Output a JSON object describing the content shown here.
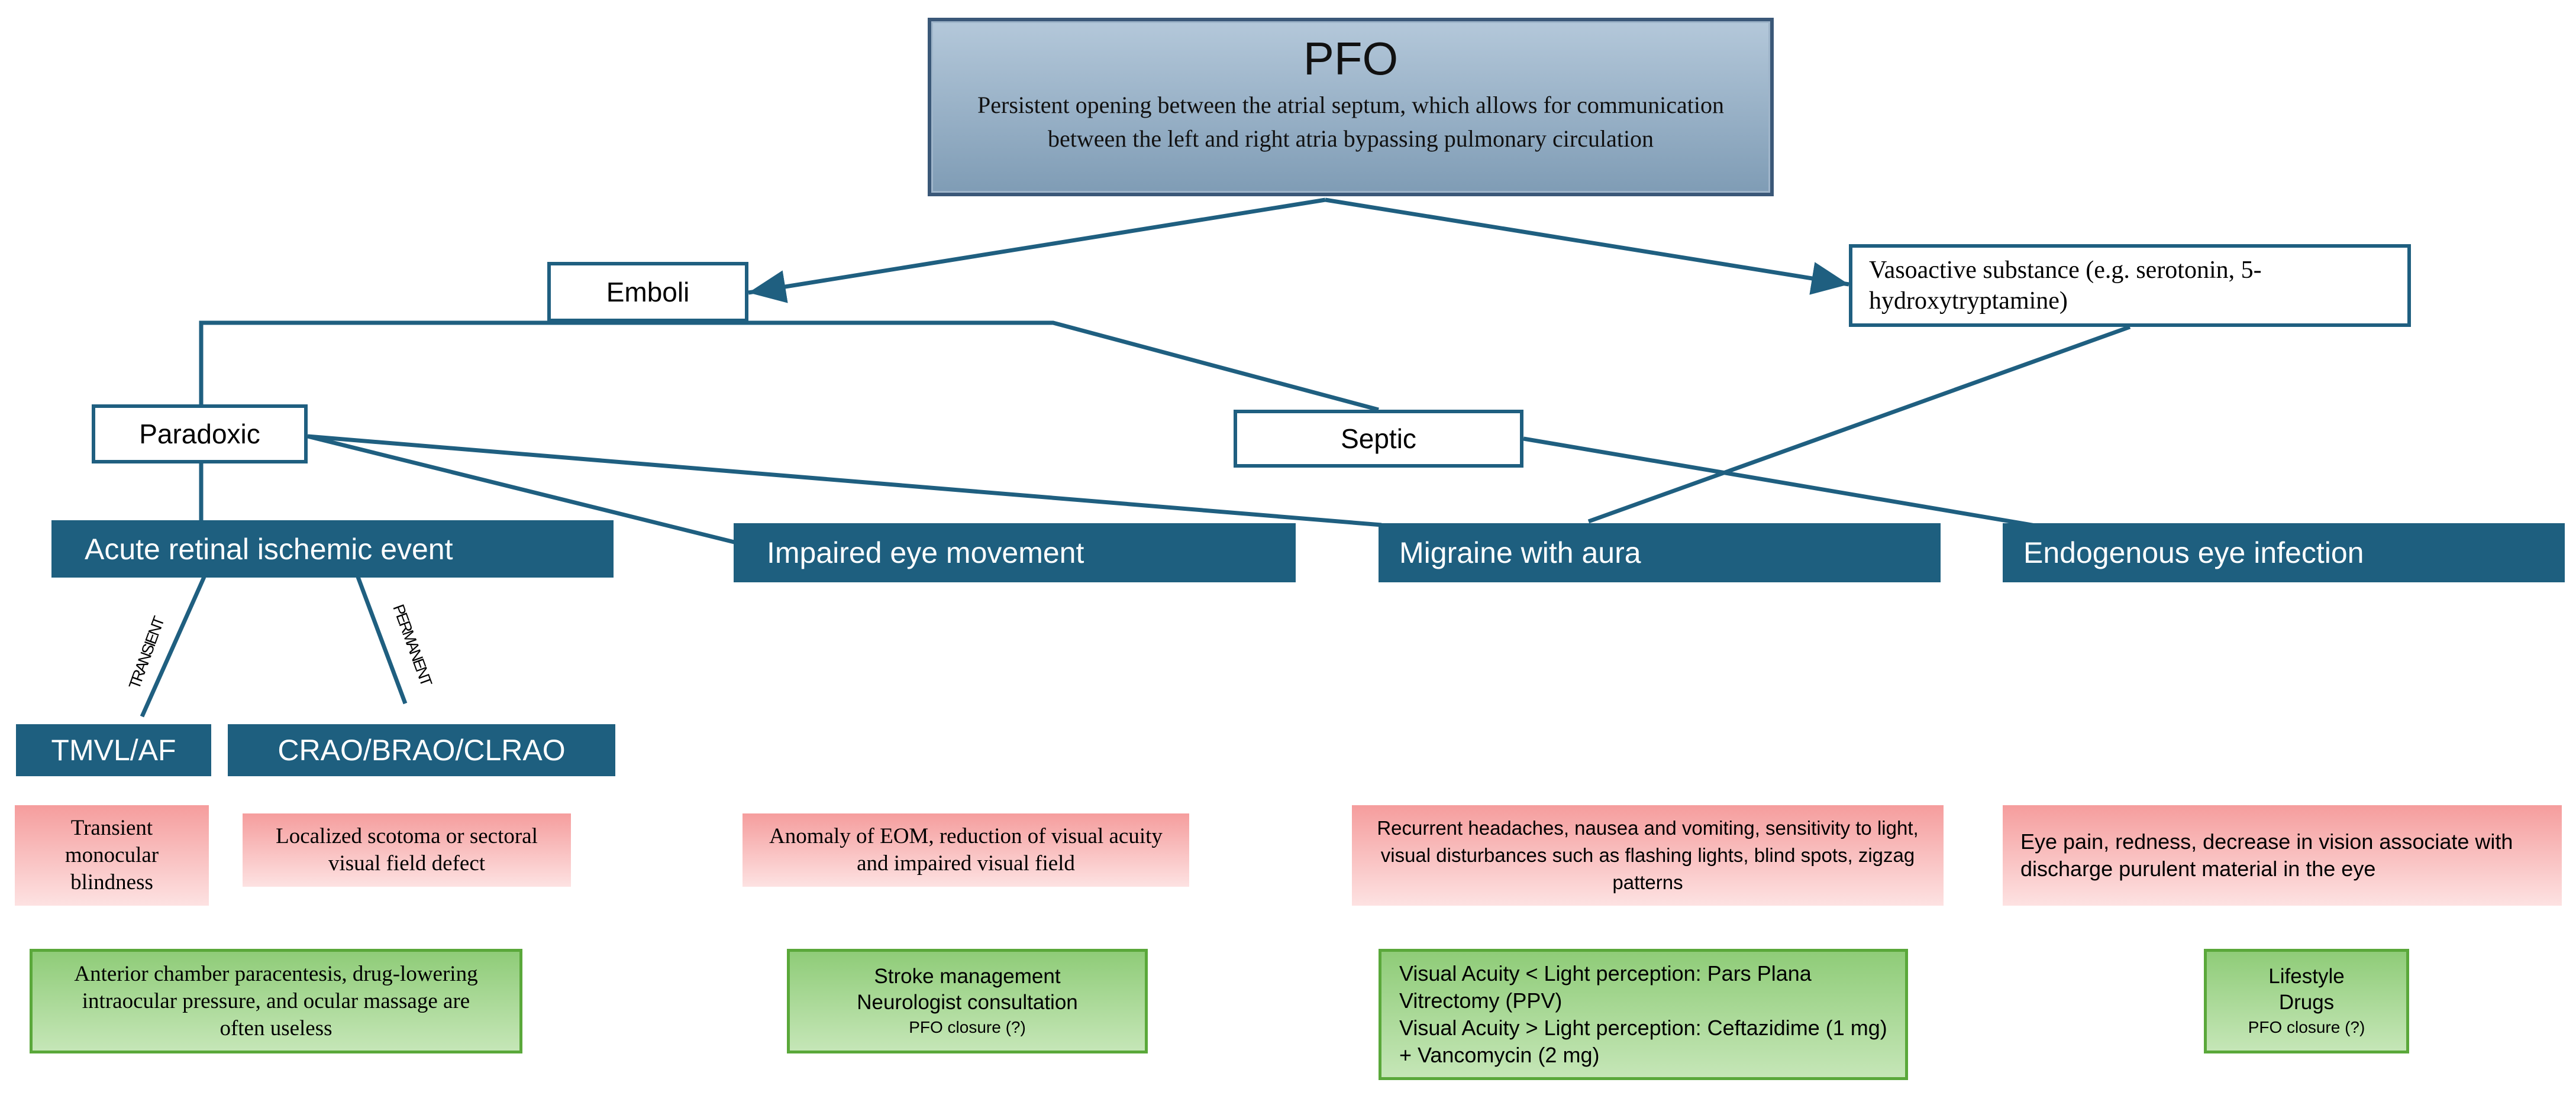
{
  "root": {
    "title": "PFO",
    "definition": "Persistent opening between the atrial septum, which allows for communication between the left and right atria bypassing pulmonary circulation"
  },
  "mechanisms": {
    "emboli": "Emboli",
    "vasoactive": "Vasoactive substance (e.g. serotonin, 5-hydroxytryptamine)",
    "paradoxic": "Paradoxic",
    "septic": "Septic"
  },
  "conditions": {
    "retinal": "Acute retinal ischemic event",
    "eye_movement": "Impaired eye movement",
    "migraine": "Migraine with aura",
    "infection": "Endogenous eye infection"
  },
  "edge_labels": {
    "transient": "TRANSIENT",
    "permanent": "PERMANENT"
  },
  "subtypes": {
    "tmvl": "TMVL/AF",
    "crao": "CRAO/BRAO/CLRAO"
  },
  "symptoms": {
    "tmvl": "Transient monocular blindness",
    "crao": "Localized scotoma or sectoral visual field defect",
    "eye_movement": "Anomaly of EOM, reduction of visual acuity and impaired visual field",
    "migraine": "Recurrent headaches, nausea and vomiting, sensitivity to light, visual disturbances such as  flashing lights, blind spots, zigzag patterns",
    "infection": "Eye pain, redness, decrease in vision associate with  discharge purulent material in the eye"
  },
  "treatments": {
    "retinal": "Anterior chamber paracentesis, drug-lowering intraocular pressure, and ocular massage are often useless",
    "eye_movement": {
      "line1": "Stroke management",
      "line2": "Neurologist consultation",
      "line3": "PFO closure (?)"
    },
    "migraine": {
      "line1": "Visual Acuity < Light perception: Pars Plana Vitrectomy  (PPV)",
      "line2": "Visual Acuity >  Light perception: Ceftazidime (1 mg) + Vancomycin (2 mg)"
    },
    "infection": {
      "line1": "Lifestyle",
      "line2": "Drugs",
      "line3": "PFO closure (?)"
    }
  },
  "colors": {
    "node_border": "#1f5f80",
    "connector": "#1f5f80",
    "bar_fill": "#1e5f7f",
    "symptom_fill": "#f7a5a5",
    "treatment_fill": "#a8d892",
    "treatment_border": "#5aa83a"
  }
}
